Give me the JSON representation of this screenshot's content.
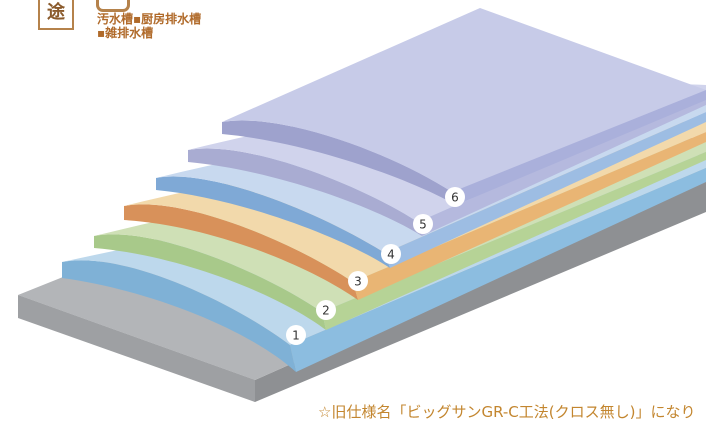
{
  "header": {
    "tag_char": "途",
    "usage_line1": "汚水槽▪厨房排水槽",
    "usage_line2": "▪雑排水槽"
  },
  "layers": [
    {
      "number": "1",
      "color": "#bdd8ec"
    },
    {
      "number": "2",
      "color": "#cfe0b6"
    },
    {
      "number": "3",
      "color": "#f2d9ab"
    },
    {
      "number": "4",
      "color": "#c8d9ef"
    },
    {
      "number": "5",
      "color": "#d0d3ec"
    },
    {
      "number": "6",
      "color": "#c7cbe8"
    }
  ],
  "base_color": "#b3b5b8",
  "footnote": "☆旧仕様名「ビッグサンGR-C工法(クロス無し)」になり"
}
